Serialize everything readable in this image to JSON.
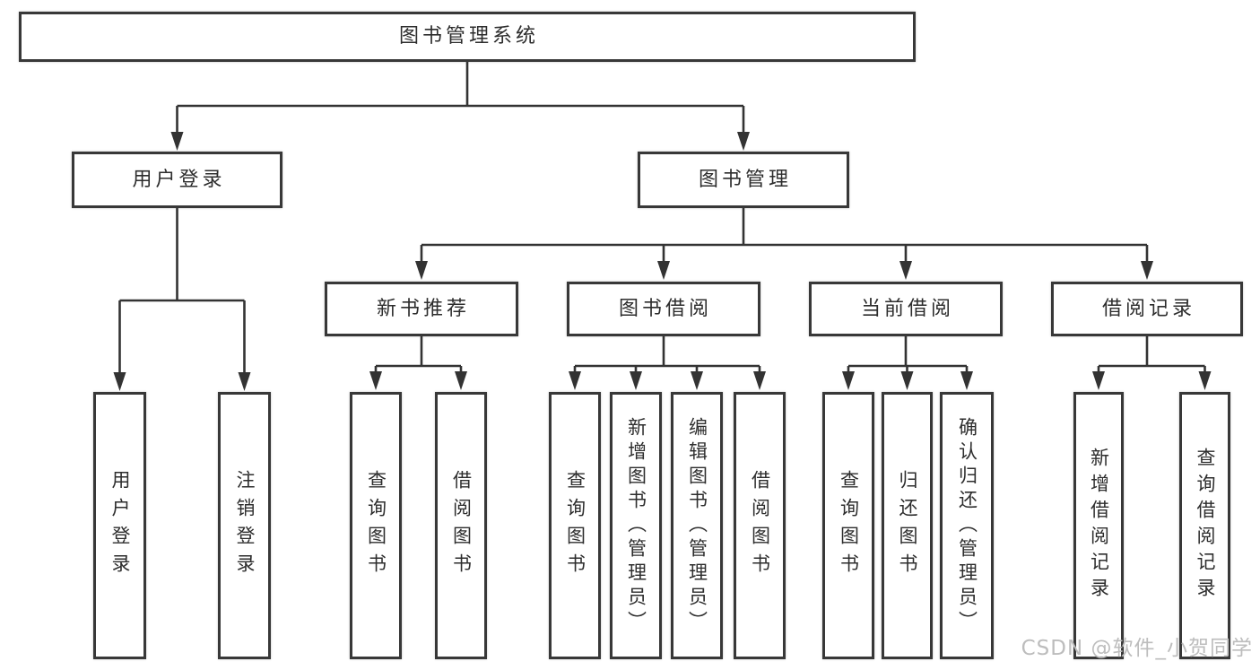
{
  "colors": {
    "line": "#333333",
    "box_border": "#383838",
    "text": "#2d2d2d",
    "watermark": "#bdbdbd",
    "background": "#ffffff"
  },
  "watermark": {
    "text": "CSDN @软件_小贺同学"
  },
  "nodes": {
    "root": {
      "label": "图书管理系统"
    },
    "user_login": {
      "label": "用户登录"
    },
    "book_mgmt": {
      "label": "图书管理"
    },
    "new_book_rec": {
      "label": "新书推荐"
    },
    "book_borrow": {
      "label": "图书借阅"
    },
    "current_borrow": {
      "label": "当前借阅"
    },
    "borrow_record": {
      "label": "借阅记录"
    },
    "ul_user_login": {
      "label": "用户登录"
    },
    "ul_logout": {
      "label": "注销登录"
    },
    "nb_query": {
      "label": "查询图书"
    },
    "nb_borrow": {
      "label": "借阅图书"
    },
    "bb_query": {
      "label": "查询图书"
    },
    "bb_add": {
      "label": "新增图书（管理员）"
    },
    "bb_edit": {
      "label": "编辑图书（管理员）"
    },
    "bb_borrow": {
      "label": "借阅图书"
    },
    "cb_query": {
      "label": "查询图书"
    },
    "cb_return": {
      "label": "归还图书"
    },
    "cb_confirm": {
      "label": "确认归还（管理员）"
    },
    "br_add": {
      "label": "新增借阅记录"
    },
    "br_query": {
      "label": "查询借阅记录"
    }
  },
  "hierarchy": {
    "root": "图书管理系统",
    "children": [
      {
        "label": "用户登录",
        "children": [
          "用户登录",
          "注销登录"
        ]
      },
      {
        "label": "图书管理",
        "children": [
          {
            "label": "新书推荐",
            "children": [
              "查询图书",
              "借阅图书"
            ]
          },
          {
            "label": "图书借阅",
            "children": [
              "查询图书",
              "新增图书（管理员）",
              "编辑图书（管理员）",
              "借阅图书"
            ]
          },
          {
            "label": "当前借阅",
            "children": [
              "查询图书",
              "归还图书",
              "确认归还（管理员）"
            ]
          },
          {
            "label": "借阅记录",
            "children": [
              "新增借阅记录",
              "查询借阅记录"
            ]
          }
        ]
      }
    ]
  }
}
